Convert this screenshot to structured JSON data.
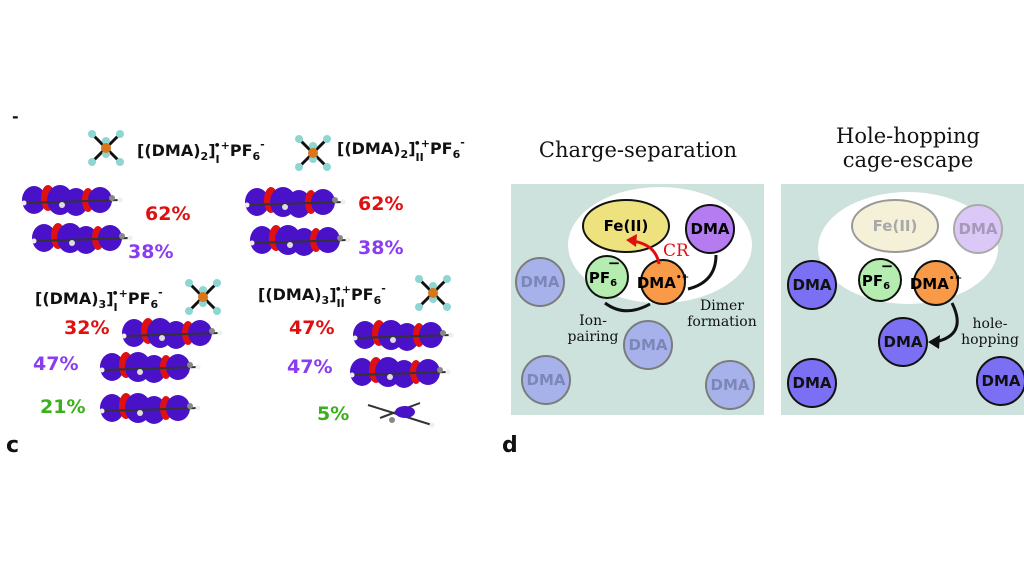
{
  "panel_c": {
    "label": "c",
    "structures": [
      {
        "name": "[(DMA)",
        "n": "2",
        "sub": "I",
        "sup": "•+",
        "anion": "PF",
        "anion_sub": "6",
        "anion_sup": "-",
        "percents": [
          "62%",
          "38%"
        ]
      },
      {
        "name": "[(DMA)",
        "n": "2",
        "sub": "II",
        "sup": "•+",
        "anion": "PF",
        "anion_sub": "6",
        "anion_sup": "-",
        "percents": [
          "62%",
          "38%"
        ]
      },
      {
        "name": "[(DMA)",
        "n": "3",
        "sub": "I",
        "sup": "•+",
        "anion": "PF",
        "anion_sub": "6",
        "anion_sup": "-",
        "percents": [
          "32%",
          "47%",
          "21%"
        ]
      },
      {
        "name": "[(DMA)",
        "n": "3",
        "sub": "II",
        "sup": "•+",
        "anion": "PF",
        "anion_sub": "6",
        "anion_sup": "-",
        "percents": [
          "47%",
          "47%",
          "5%"
        ]
      }
    ],
    "colors": {
      "first": "#e01010",
      "second": "#8a3cf0",
      "third": "#3cb01c"
    }
  },
  "panel_d": {
    "label": "d",
    "left": {
      "title": "Charge-separation",
      "fe": "Fe(II)",
      "dma": "DMA",
      "pf": "PF",
      "pf_sub": "6",
      "pf_sup": "−",
      "cation": "DMA",
      "cation_sup": "•+",
      "cr": "CR",
      "ion_pairing": [
        "Ion-",
        "pairing"
      ],
      "dimer": [
        "Dimer",
        "formation"
      ]
    },
    "right": {
      "title": [
        "Hole-hopping",
        "cage-escape"
      ],
      "fe": "Fe(II)",
      "dma": "DMA",
      "pf": "PF",
      "pf_sub": "6",
      "pf_sup": "−",
      "cation": "DMA",
      "cation_sup": "•+",
      "hole": [
        "hole-",
        "hopping"
      ]
    },
    "colors": {
      "background": "#cde2dc",
      "fe": "#ede27e",
      "dma_purple": "#b57cf2",
      "pf": "#b5ecb0",
      "cation": "#f89a48",
      "dma_faded": "#a5b0ec",
      "dma_blue": "#7b70f4",
      "cr": "#e01010"
    }
  }
}
